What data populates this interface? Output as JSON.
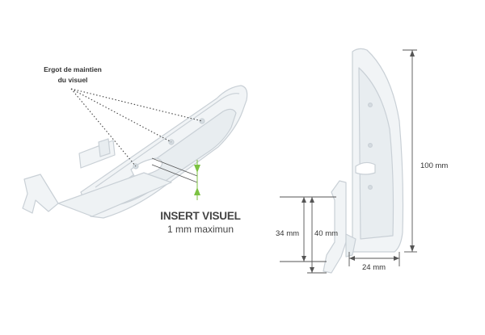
{
  "annotations": {
    "ergot_line1": "Ergot de maintien",
    "ergot_line2": "du visuel",
    "insert_line1": "INSERT VISUEL",
    "insert_line2": "1 mm maximun"
  },
  "dimensions": {
    "height_total": "100 mm",
    "height_a": "34 mm",
    "height_b": "40 mm",
    "width": "24 mm"
  },
  "colors": {
    "part_outline": "#c9d0d6",
    "part_fill": "#f1f4f6",
    "dimension_line": "#555555",
    "thickness_marker": "#7cc242"
  }
}
